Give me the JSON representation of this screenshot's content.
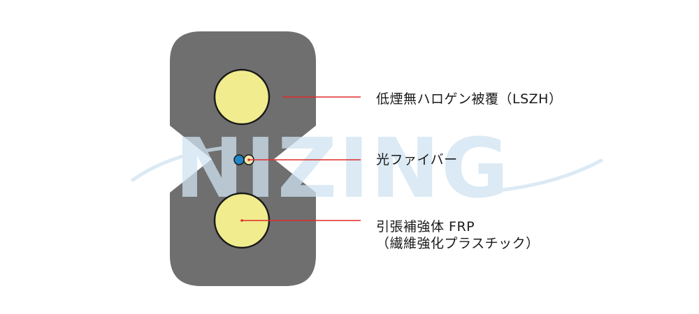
{
  "watermark": {
    "text": "NIZING",
    "color": "#cfe3f1"
  },
  "colors": {
    "jacket": "#6f6f6f",
    "strength_member_fill": "#f1ec8e",
    "strength_member_stroke": "#1a1a1a",
    "fiber_blue": "#1f86c8",
    "fiber_cream": "#efeab0",
    "leader_line": "#e02a2a",
    "text": "#1a1a1a"
  },
  "labels": {
    "sheath": "低煙無ハロゲン被覆（LSZH）",
    "optical_fiber": "光ファイバー",
    "frp_line1": "引張補強体 FRP",
    "frp_line2": "（繊維強化プラスチック）"
  }
}
